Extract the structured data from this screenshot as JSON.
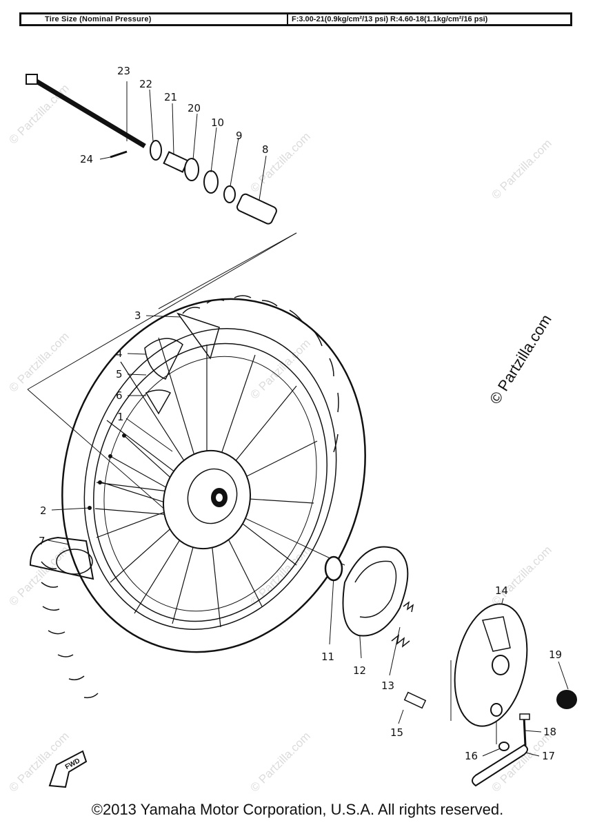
{
  "spec": {
    "label": "Tire Size (Nominal Pressure)",
    "value": "F:3.00-21(0.9kg/cm²/13 psi) R:4.60-18(1.1kg/cm²/16 psi)"
  },
  "callouts": [
    "1",
    "2",
    "3",
    "4",
    "5",
    "6",
    "7",
    "8",
    "9",
    "10",
    "11",
    "12",
    "13",
    "14",
    "15",
    "16",
    "17",
    "18",
    "19",
    "20",
    "21",
    "22",
    "23",
    "24"
  ],
  "watermark": "© Partzilla.com",
  "fwd_label": "FWD",
  "copyright": "©2013 Yamaha Motor Corporation, U.S.A. All rights reserved."
}
